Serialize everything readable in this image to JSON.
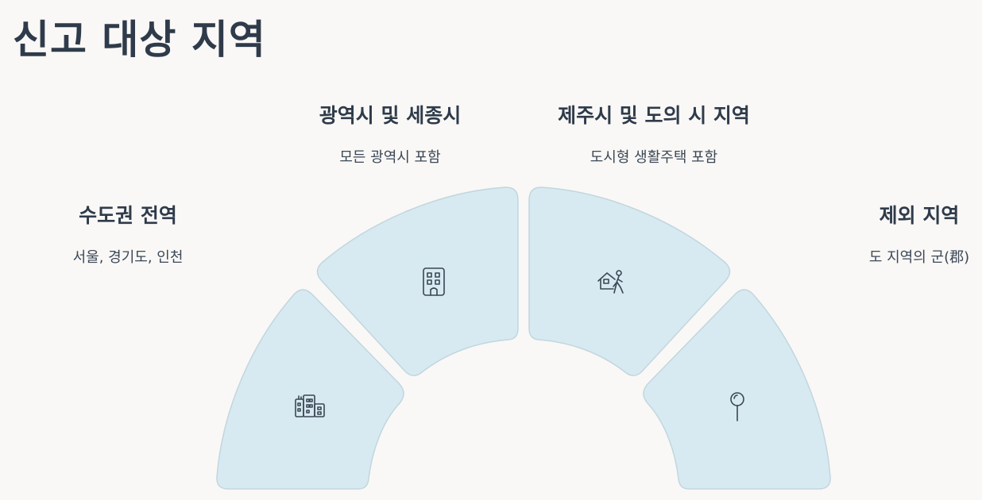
{
  "title": "신고 대상 지역",
  "segments": [
    {
      "id": "metro",
      "title": "수도권 전역",
      "subtitle": "서울, 경기도, 인천",
      "icon": "city-buildings-icon"
    },
    {
      "id": "cities",
      "title": "광역시 및 세종시",
      "subtitle": "모든 광역시 포함",
      "icon": "office-building-icon"
    },
    {
      "id": "jeju",
      "title": "제주시 및 도의 시 지역",
      "subtitle": "도시형 생활주택 포함",
      "icon": "house-person-icon"
    },
    {
      "id": "excluded",
      "title": "제외 지역",
      "subtitle": "도 지역의 군(郡)",
      "icon": "map-pin-icon"
    }
  ]
}
